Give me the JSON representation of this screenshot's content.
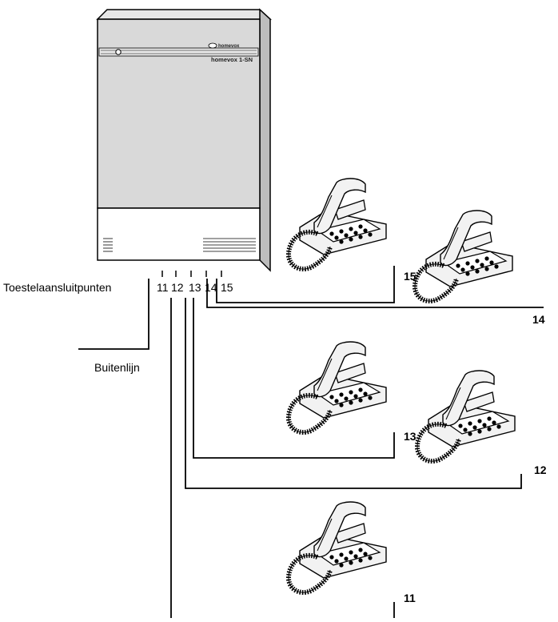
{
  "exchange": {
    "brand_top": "homevox",
    "model": "homevox 1-SN"
  },
  "labels": {
    "extension_points": "Toestelaansluitpunten",
    "outside_line": "Buitenlijn"
  },
  "ports": [
    "11",
    "12",
    "13",
    "14",
    "15"
  ],
  "phones": [
    {
      "extension": "15",
      "icon": "desk-telephone-icon"
    },
    {
      "extension": "14",
      "icon": "desk-telephone-icon"
    },
    {
      "extension": "13",
      "icon": "desk-telephone-icon"
    },
    {
      "extension": "12",
      "icon": "desk-telephone-icon"
    },
    {
      "extension": "11",
      "icon": "desk-telephone-icon"
    }
  ],
  "colors": {
    "line": "#000000",
    "housing": "#d9d9d9",
    "housing_lower": "#ffffff",
    "phone_body": "#f2f2f2"
  }
}
